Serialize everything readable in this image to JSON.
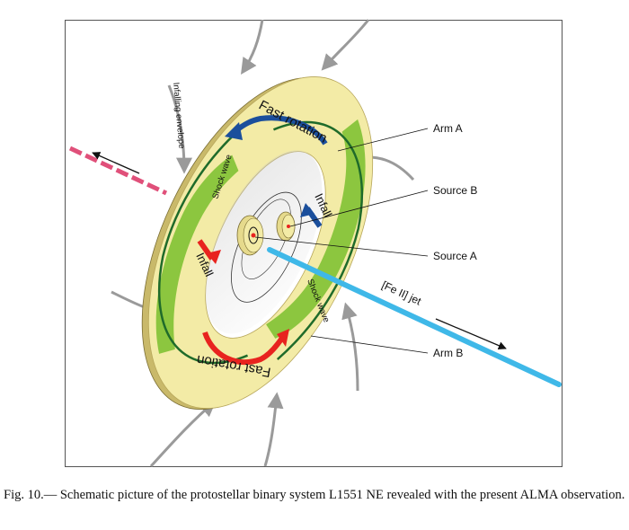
{
  "figure": {
    "labels": {
      "arm_a": "Arm A",
      "source_b": "Source B",
      "source_a": "Source A",
      "fe_jet": "[Fe II] jet",
      "arm_b": "Arm B",
      "infalling_envelope": "Infalling envelope",
      "fast_rotation_top": "Fast rotation",
      "fast_rotation_bottom": "Fast rotation",
      "shock_wave_left": "Shock wave",
      "shock_wave_right": "Shock wave",
      "infall_left": "Infall",
      "infall_right": "Infall"
    },
    "colors": {
      "disk_fill": "#f3eba6",
      "disk_edge": "#c9b96a",
      "green_arm": "#8cc63f",
      "dark_green": "#1f6b2a",
      "blue_arrow": "#1b4f9c",
      "red_arrow": "#e8231f",
      "jet": "#3fb8e8",
      "pink_jet": "#e0507a",
      "grey_arrow": "#9a9a9a"
    }
  },
  "caption": {
    "text": "Fig. 10.— Schematic picture of the protostellar binary system L1551 NE revealed with the present ALMA observation."
  }
}
